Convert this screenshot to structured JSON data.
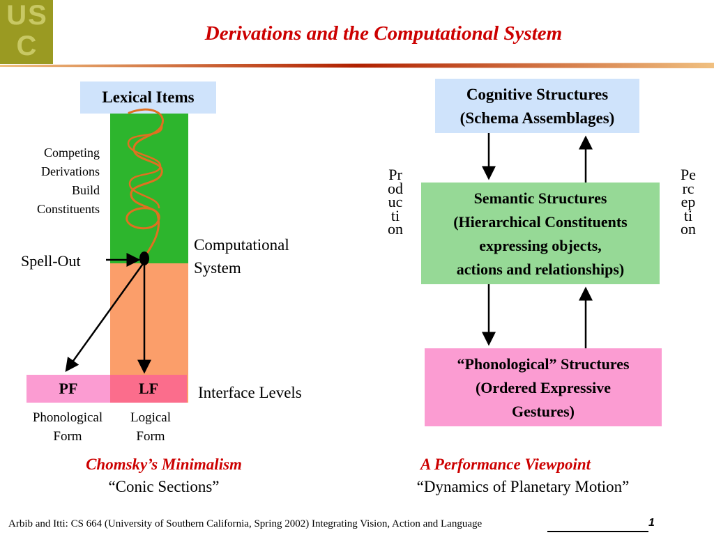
{
  "logo": {
    "text": "USC"
  },
  "title": "Derivations and the Computational System",
  "left": {
    "lexical_items": "Lexical Items",
    "competing": [
      "Competing",
      "Derivations",
      "Build",
      "Constituents"
    ],
    "spell_out": "Spell-Out",
    "computational_system": [
      "Computational",
      "System"
    ],
    "pf": "PF",
    "lf": "LF",
    "interface_levels": "Interface Levels",
    "phonological_form": [
      "Phonological",
      "Form"
    ],
    "logical_form": [
      "Logical",
      "Form"
    ],
    "heading": "Chomsky’s Minimalism",
    "subheading": "“Conic Sections”"
  },
  "right": {
    "cognitive": [
      "Cognitive Structures",
      "(Schema Assemblages)"
    ],
    "semantic": [
      "Semantic Structures",
      "(Hierarchical Constituents",
      "expressing objects,",
      "actions and relationships)"
    ],
    "phonological": [
      "“Phonological” Structures",
      "(Ordered Expressive",
      "Gestures)"
    ],
    "production": "Production",
    "perception": "Perception",
    "heading": "A Performance Viewpoint",
    "subheading": "“Dynamics of Planetary Motion”"
  },
  "footer": {
    "text": "Arbib and Itti: CS 664 (University of Southern California, Spring 2002) Integrating Vision, Action and Language",
    "page": "1"
  },
  "colors": {
    "title": "#cc0000",
    "light_blue": "#cfe3fb",
    "green": "#2db52d",
    "light_green": "#96d996",
    "orange": "#fb9e6a",
    "pink": "#fb9cd2",
    "rose": "#fb6d8c",
    "spiral": "#e07020"
  }
}
